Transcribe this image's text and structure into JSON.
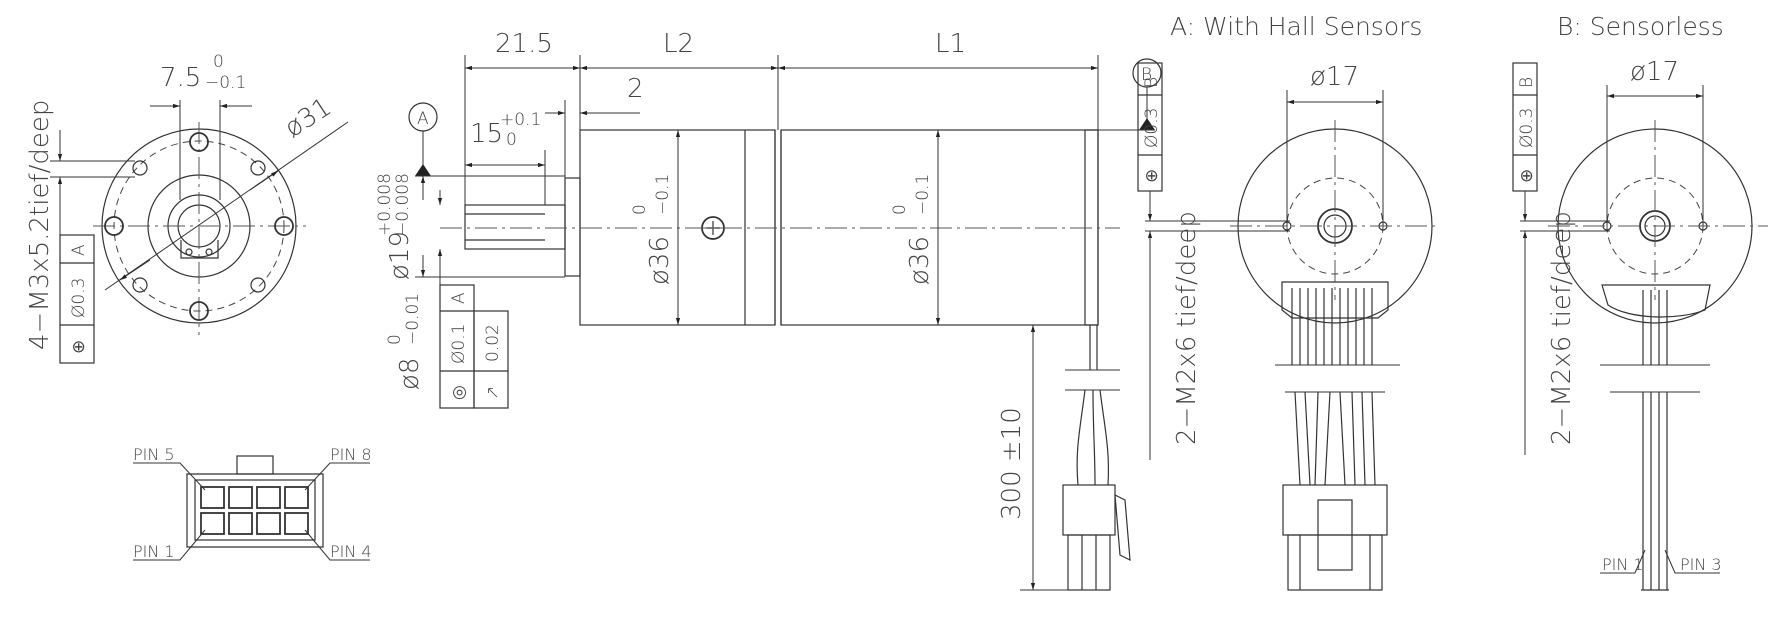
{
  "front_view": {
    "dim_width": "7.5",
    "dim_width_upper": "0",
    "dim_width_lower": "−0.1",
    "dim_diameter": "ø31",
    "thread_note": "4−M3x5.2tief/deep",
    "tolerance": {
      "symbol": "⊕",
      "value": "Ø0.3",
      "datum": "A"
    }
  },
  "connector": {
    "pin5": "PIN 5",
    "pin8": "PIN 8",
    "pin1": "PIN 1",
    "pin4": "PIN 4"
  },
  "side_view": {
    "dim_shaft_length": "21.5",
    "dim_l2": "L2",
    "dim_l1": "L1",
    "dim_2": "2",
    "dim_15": "15",
    "dim_15_upper": "+0.1",
    "dim_15_lower": "0",
    "datum_a": "A",
    "datum_b": "B",
    "dim_pilot": "ø19",
    "dim_pilot_upper": "+0.008",
    "dim_pilot_lower": "−0.008",
    "dim_gear_dia": "ø36",
    "dim_motor_dia": "ø36",
    "dia_upper": "0",
    "dia_lower": "−0.1",
    "dim_shaft": "ø8",
    "dim_shaft_upper": "0",
    "dim_shaft_lower": "−0.01",
    "tolerance": {
      "sym1": "◎",
      "val1": "Ø0.1",
      "datum": "A",
      "sym2": "↗",
      "val2": "0.02"
    },
    "dim_cable": "300 ±10"
  },
  "view_a": {
    "title": "A:  With Hall Sensors",
    "dim_dia": "ø17",
    "thread_note": "2−M2x6 tief/deep",
    "tolerance": {
      "symbol": "⊕",
      "value": "Ø0.3",
      "datum": "B"
    }
  },
  "view_b": {
    "title": "B:  Sensorless",
    "dim_dia": "ø17",
    "thread_note": "2−M2x6 tief/deep",
    "tolerance": {
      "symbol": "⊕",
      "value": "Ø0.3",
      "datum": "B"
    },
    "pin1": "PIN 1",
    "pin3": "PIN 3"
  }
}
